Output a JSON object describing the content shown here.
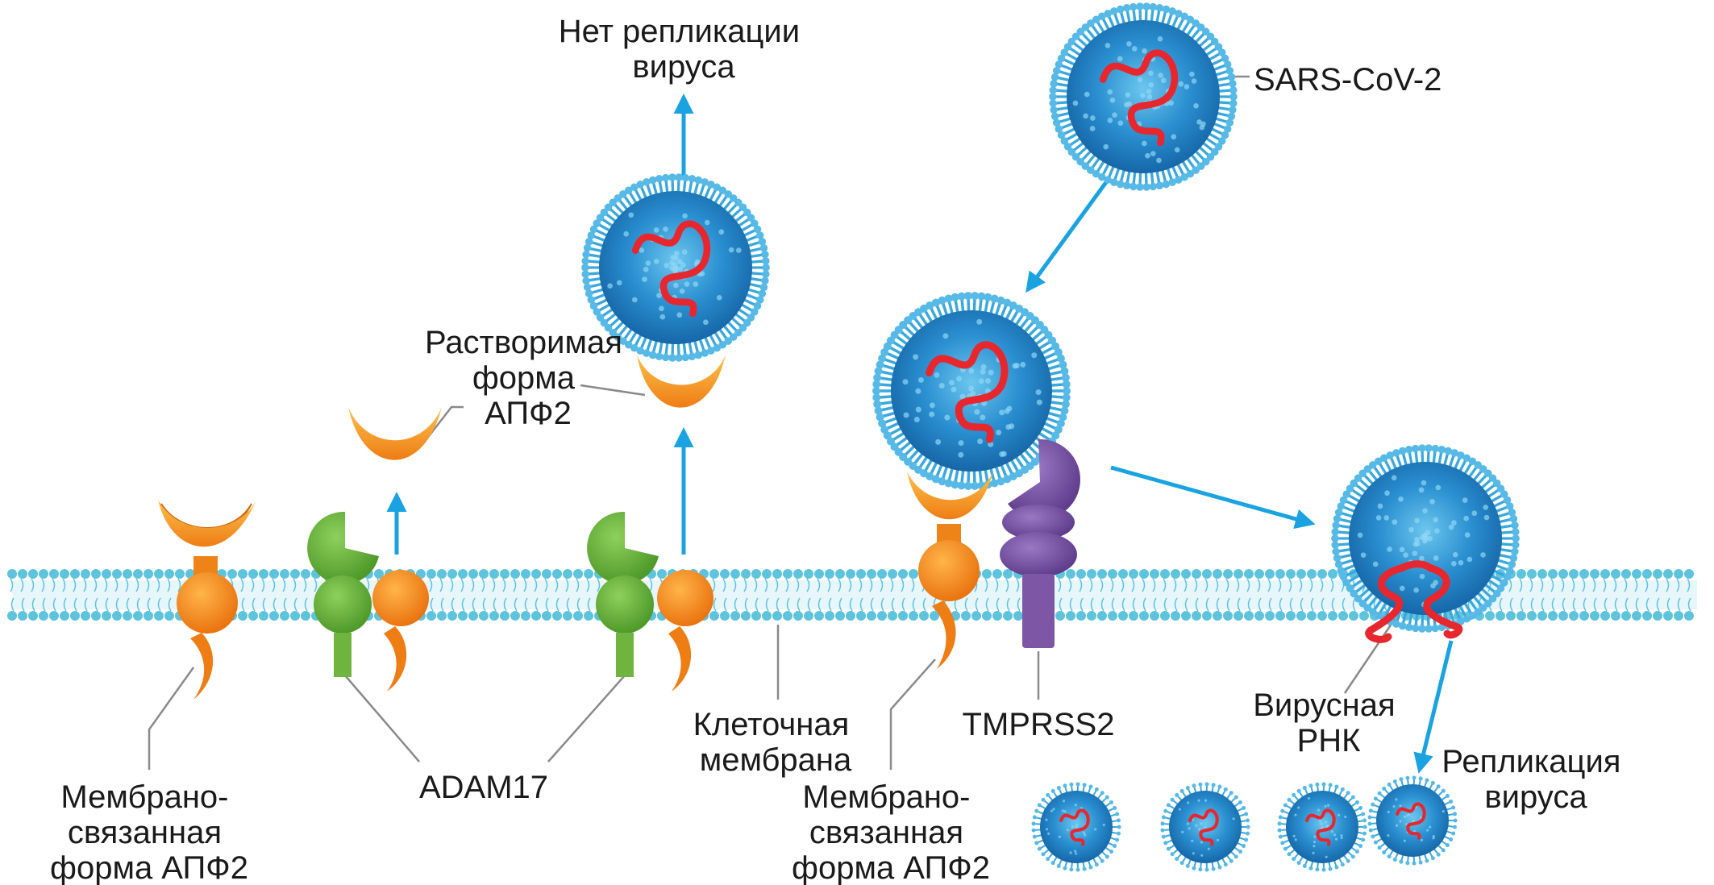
{
  "labels": {
    "no_replication": [
      "Нет репликации",
      "вируса"
    ],
    "sars": "SARS-CoV-2",
    "soluble": [
      "Растворимая",
      "форма",
      "АПФ2"
    ],
    "membrane_bound_left": [
      "Мембрано-",
      "связанная",
      "форма АПФ2"
    ],
    "adam17": "ADAM17",
    "cell_membrane": [
      "Клеточная",
      "мембрана"
    ],
    "membrane_bound_right": [
      "Мембрано-",
      "связанная",
      "форма АПФ2"
    ],
    "tmprss2": "TMPRSS2",
    "viral_rna": [
      "Вирусная",
      "РНК"
    ],
    "replication": [
      "Репликация",
      "вируса"
    ]
  },
  "colors": {
    "arrow": "#1aa3e0",
    "virus_core": "#1f7fc4",
    "virus_spike": "#3aa8dc",
    "rna": "#e8262d",
    "ace2": "#f3921e",
    "ace2_light": "#fbc25a",
    "adam17": "#6fb43f",
    "tmprss2": "#7d56a6",
    "membrane": "#5ec3dd",
    "leader": "#888888"
  }
}
